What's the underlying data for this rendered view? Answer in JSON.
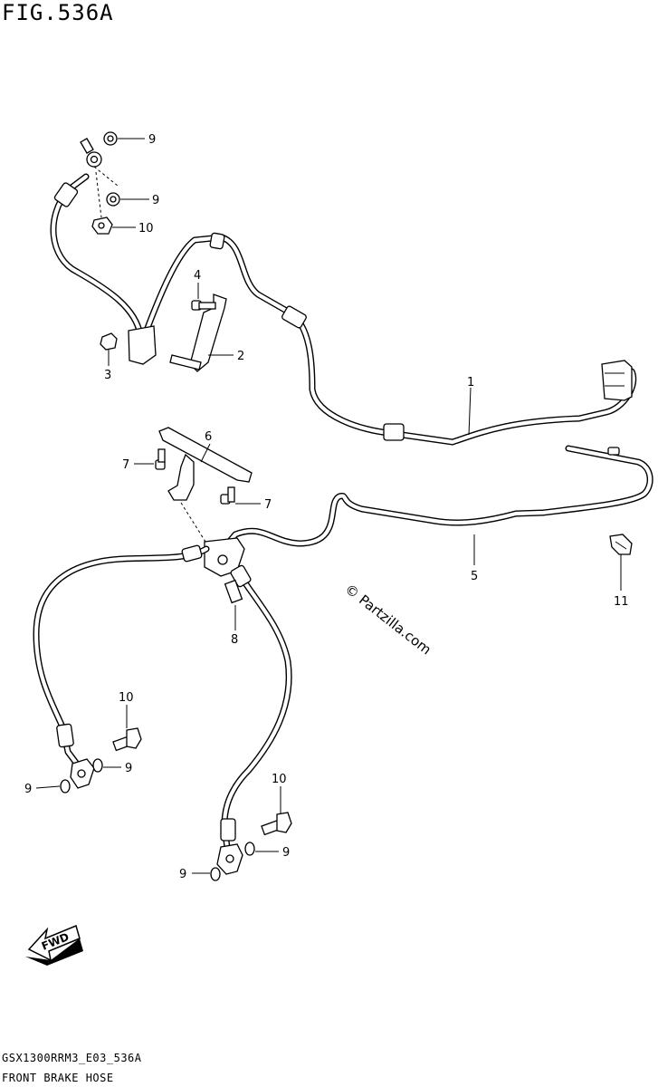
{
  "figure": {
    "title": "FIG.536A",
    "footer_code": "GSX1300RRM3_E03_536A",
    "footer_name": "FRONT BRAKE HOSE"
  },
  "callouts": {
    "c1": "1",
    "c2": "2",
    "c3": "3",
    "c4": "4",
    "c5": "5",
    "c6": "6",
    "c7a": "7",
    "c7b": "7",
    "c8": "8",
    "c9a": "9",
    "c9b": "9",
    "c9c": "9",
    "c9d": "9",
    "c9e": "9",
    "c9f": "9",
    "c10a": "10",
    "c10b": "10",
    "c10c": "10",
    "c11": "11"
  },
  "watermark": "© Partzilla.com",
  "fwd_label": "FWD"
}
